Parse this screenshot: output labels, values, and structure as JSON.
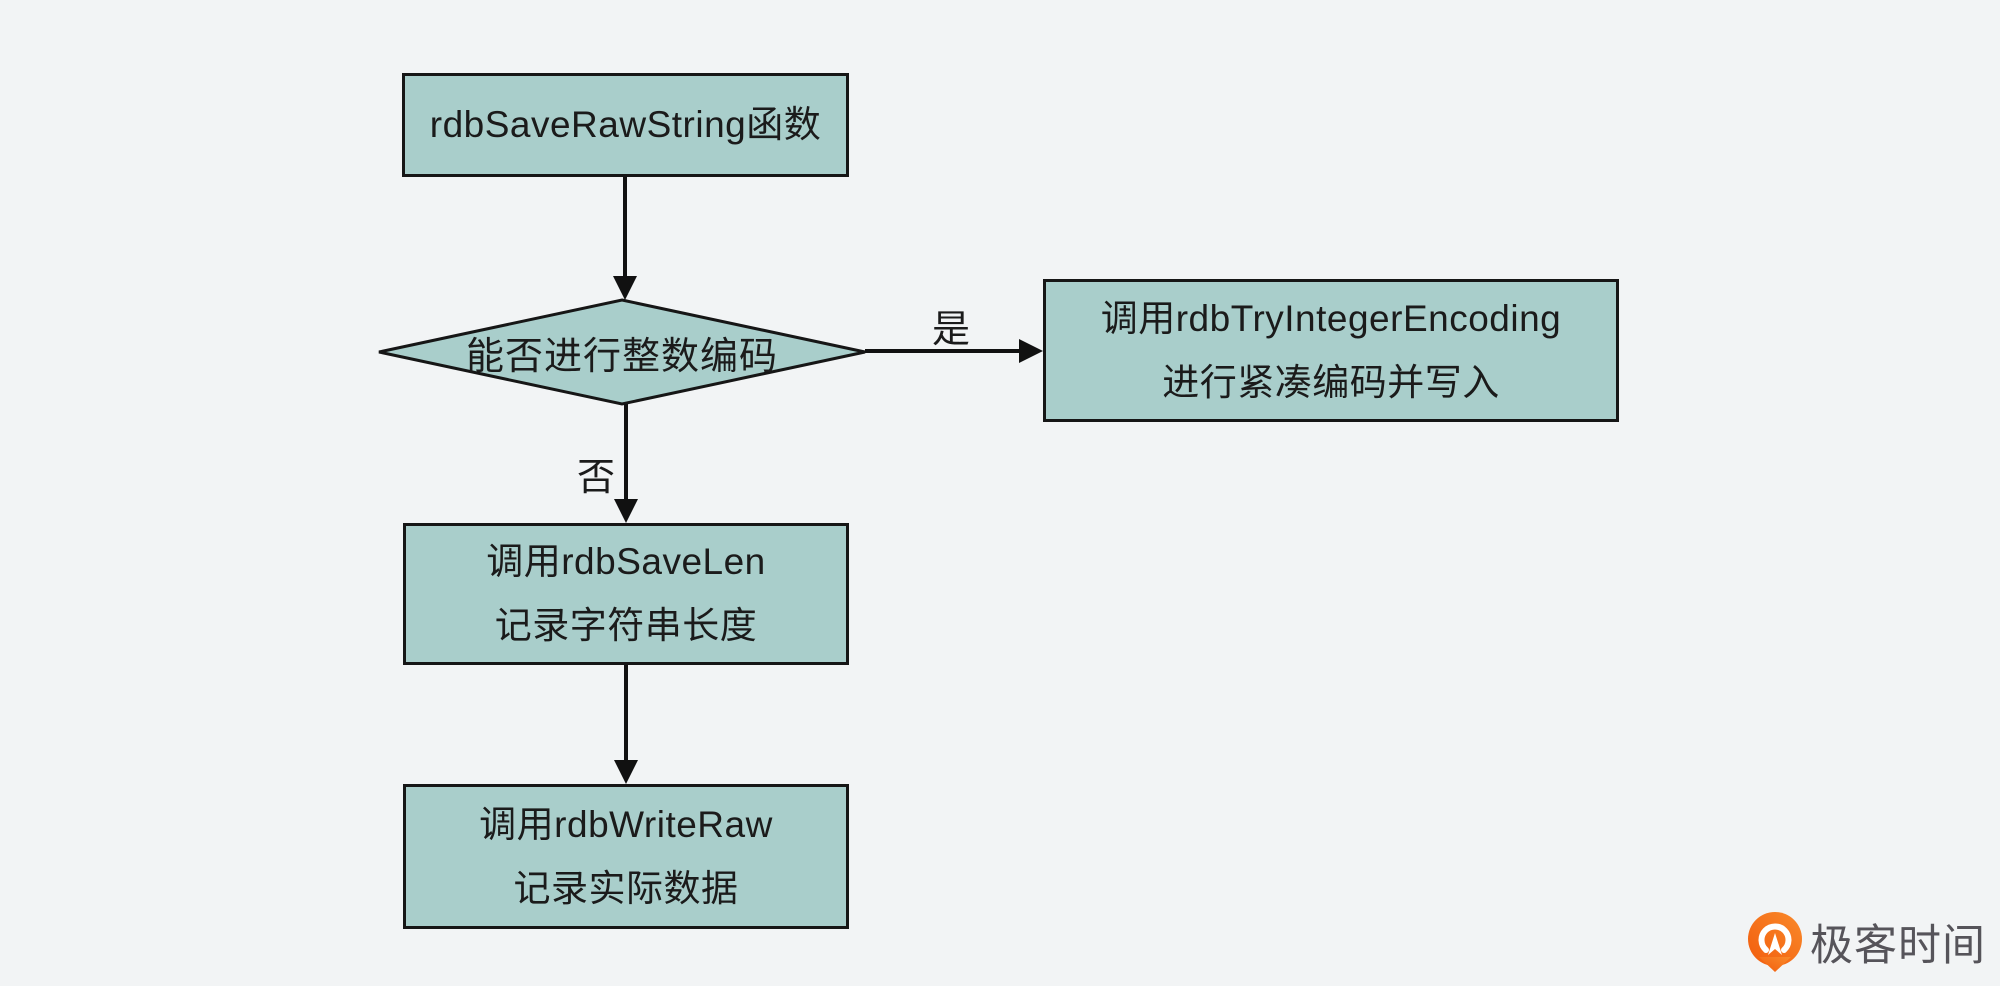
{
  "colors": {
    "background": "#f2f4f5",
    "node_fill": "#a9cecb",
    "node_border": "#161616",
    "arrow": "#111111",
    "text": "#1b1b1b",
    "logo_orange": "#f98a2b",
    "logo_orange_dark": "#f25c0d",
    "logo_text": "#56545a"
  },
  "flowchart": {
    "start_node": {
      "label": "rdbSaveRawString函数"
    },
    "decision_node": {
      "label": "能否进行整数编码"
    },
    "yes_edge_label": "是",
    "no_edge_label": "否",
    "try_integer_node": {
      "line1": "调用rdbTryIntegerEncoding",
      "line2": "进行紧凑编码并写入"
    },
    "save_len_node": {
      "line1": "调用rdbSaveLen",
      "line2": "记录字符串长度"
    },
    "write_raw_node": {
      "line1": "调用rdbWriteRaw",
      "line2": "记录实际数据"
    }
  },
  "watermark": {
    "brand": "极客时间"
  }
}
